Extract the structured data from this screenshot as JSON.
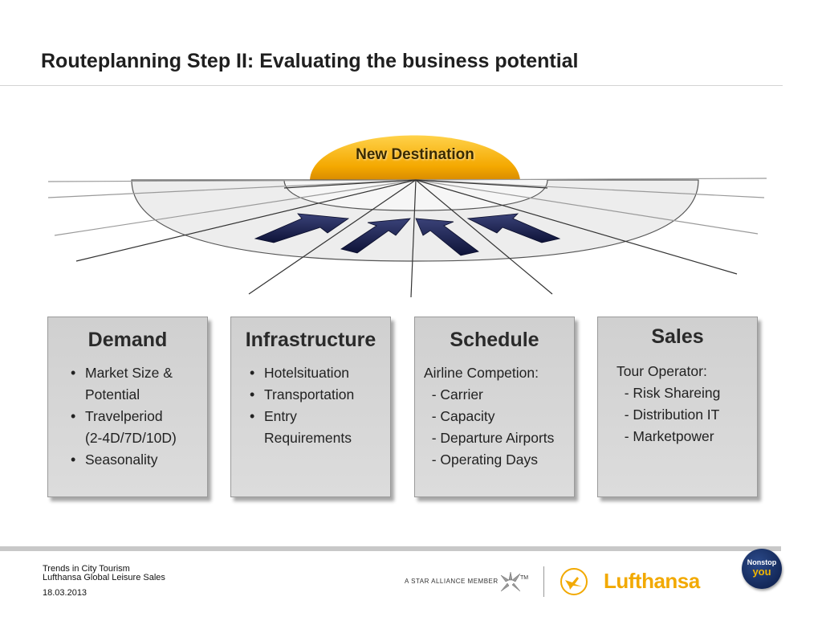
{
  "slide": {
    "title": "Routeplanning Step II: Evaluating the business potential",
    "dome_label": "New Destination"
  },
  "boxes": {
    "demand": {
      "title": "Demand",
      "bullets": [
        "Market Size &",
        "Potential",
        "Travelperiod",
        "(2-4D/7D/10D)",
        "Seasonality"
      ]
    },
    "infrastructure": {
      "title": "Infrastructure",
      "bullets": [
        "Hotelsituation",
        "Transportation",
        "Entry",
        "Requirements"
      ]
    },
    "schedule": {
      "title": "Schedule",
      "lines": [
        "Airline Competion:",
        "  - Carrier",
        "  - Capacity",
        "  - Departure Airports",
        "  - Operating Days"
      ]
    },
    "sales": {
      "title": "Sales",
      "lines": [
        "Tour Operator:",
        "  - Risk Shareing",
        "  - Distribution IT",
        "  - Marketpower"
      ]
    }
  },
  "footer": {
    "line1": "Trends in City Tourism",
    "line2": "Lufthansa Global Leisure Sales",
    "date": "18.03.2013",
    "star_alliance": "A STAR ALLIANCE MEMBER",
    "tm": "TM",
    "brand": "Lufthansa",
    "badge_line1": "Nonstop",
    "badge_line2": "you"
  },
  "colors": {
    "dome": "#f4a800",
    "arrows": "#1a1f4a",
    "brand": "#f2a900"
  }
}
